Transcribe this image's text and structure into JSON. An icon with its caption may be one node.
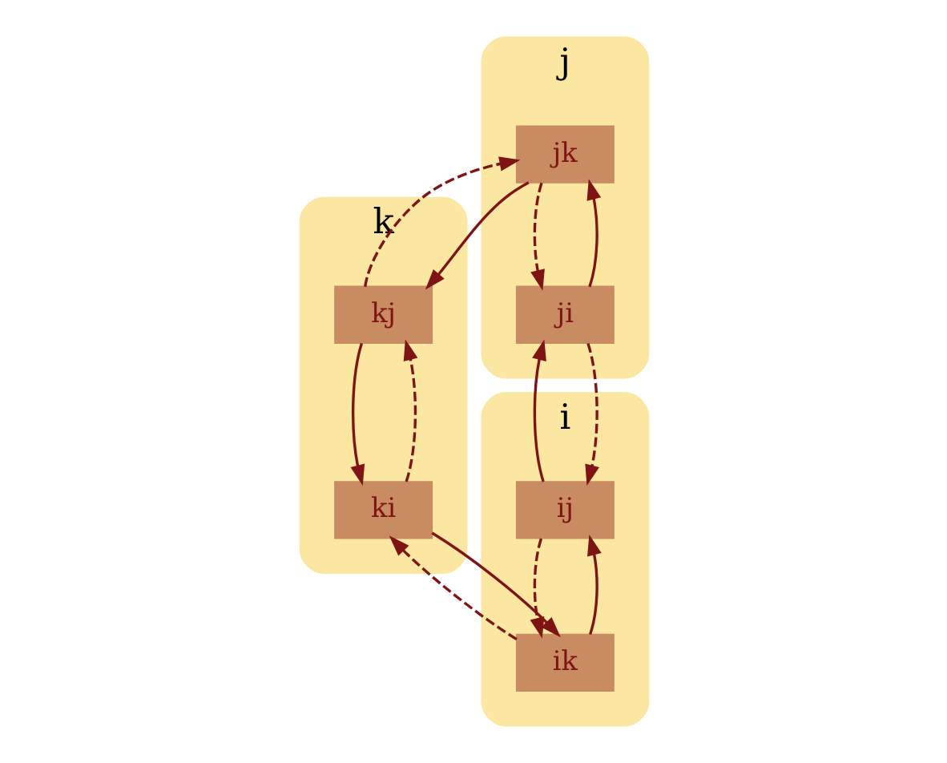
{
  "diagram": {
    "nodes": [
      {
        "text": [
          "j"
        ]
      },
      {
        "text": [
          "jk"
        ],
        "in": 0
      },
      {
        "text": [
          "ji"
        ],
        "in": 0
      },
      {
        "text": [
          "k"
        ]
      },
      {
        "text": [
          "kj"
        ],
        "in": 3
      },
      {
        "text": [
          "ki"
        ],
        "in": 3
      },
      {
        "text": [
          "i"
        ]
      },
      {
        "text": [
          "ij"
        ],
        "in": 6
      },
      {
        "text": [
          "ik"
        ],
        "in": 6
      }
    ],
    "edges": [
      {
        "from": 1,
        "to": 4,
        "arrow": "to"
      },
      {
        "from": 4,
        "to": 1,
        "arrow": "to",
        "style": "dashed"
      },
      {
        "from": 2,
        "to": 1,
        "arrow": "to"
      },
      {
        "from": 1,
        "to": 2,
        "arrow": "to",
        "style": "dashed"
      },
      {
        "from": 4,
        "to": 5,
        "arrow": "to"
      },
      {
        "from": 5,
        "to": 4,
        "arrow": "to",
        "style": "dashed"
      },
      {
        "from": 7,
        "to": 2,
        "arrow": "to"
      },
      {
        "from": 2,
        "to": 7,
        "arrow": "to",
        "style": "dashed"
      },
      {
        "from": 5,
        "to": 8,
        "arrow": "to"
      },
      {
        "from": 8,
        "to": 5,
        "arrow": "to",
        "style": "dashed"
      },
      {
        "from": 7,
        "to": 8,
        "arrow": "to",
        "style": "dashed"
      },
      {
        "from": 8,
        "to": 7,
        "arrow": "to"
      }
    ]
  }
}
